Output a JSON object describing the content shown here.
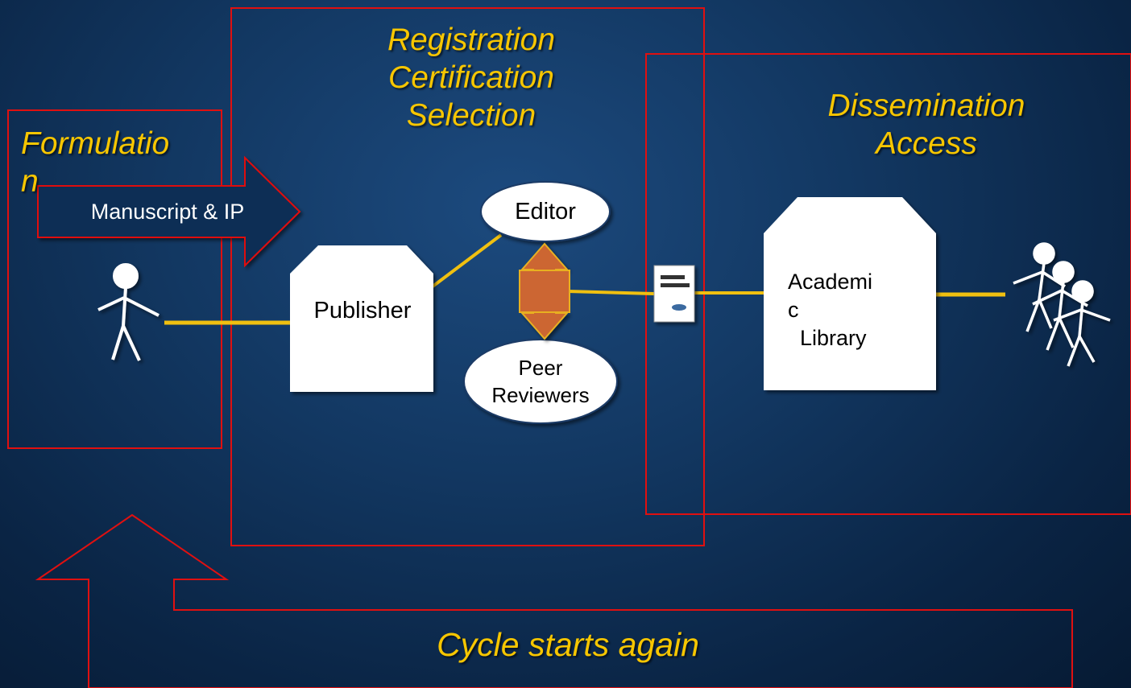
{
  "stages": {
    "formulation": "Formulatio\nn",
    "registration": "Registration\nCertification\nSelection",
    "dissemination": "Dissemination\nAccess"
  },
  "arrow_label": "Manuscript & IP",
  "nodes": {
    "publisher": "Publisher",
    "editor": "Editor",
    "peer_reviewers": "Peer\nReviewers",
    "library": "Academi\nc\n  Library"
  },
  "footer": "Cycle starts again",
  "colors": {
    "label": "#f7c600",
    "frame": "#e01010",
    "connector": "#f0c010",
    "exchange": "#cc6633",
    "exchange_border": "#e8b020"
  }
}
